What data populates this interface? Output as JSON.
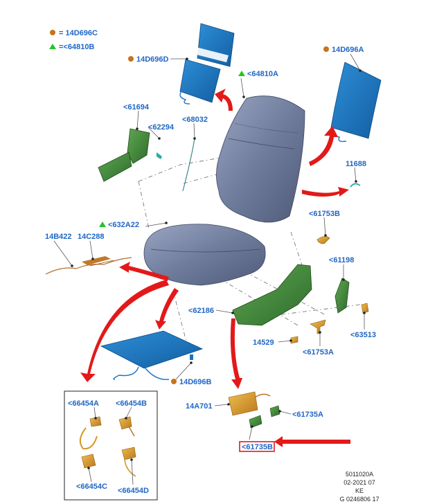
{
  "legend": {
    "item_orange": "= 14D696C",
    "item_green": "=<64810B"
  },
  "labels": {
    "p14D696D": "14D696D",
    "p64810A": "<64810A",
    "p14D696A": "14D696A",
    "p61694": "<61694",
    "p62294": "<62294",
    "p68032": "<68032",
    "p11688": "11688",
    "p61753B": "<61753B",
    "p632A22": "<632A22",
    "p14B422": "14B422",
    "p14C288": "14C288",
    "p61198": "<61198",
    "p62186": "<62186",
    "p63513": "<63513",
    "p14529": "14529",
    "p61753A": "<61753A",
    "p14D696B": "14D696B",
    "p14A701": "14A701",
    "p61735A": "<61735A",
    "p61735B": "<61735B",
    "p66454A": "<66454A",
    "p66454B": "<66454B",
    "p66454C": "<66454C",
    "p66454D": "<66454D"
  },
  "footer": {
    "line1": "5011020A",
    "line2": "02-2021 07",
    "line3": "KE",
    "line4": "G 0246806 17"
  },
  "colors": {
    "label": "#1f66c4",
    "marker_orange": "#c8731e",
    "marker_green": "#27c427",
    "arrow": "#e31919",
    "callout_box": "#e31919",
    "heater_blue": "#1a73c2",
    "trim_green": "#3f8a3a",
    "hardware_gold": "#d4972a",
    "foam_grey": "#7c88a5"
  }
}
